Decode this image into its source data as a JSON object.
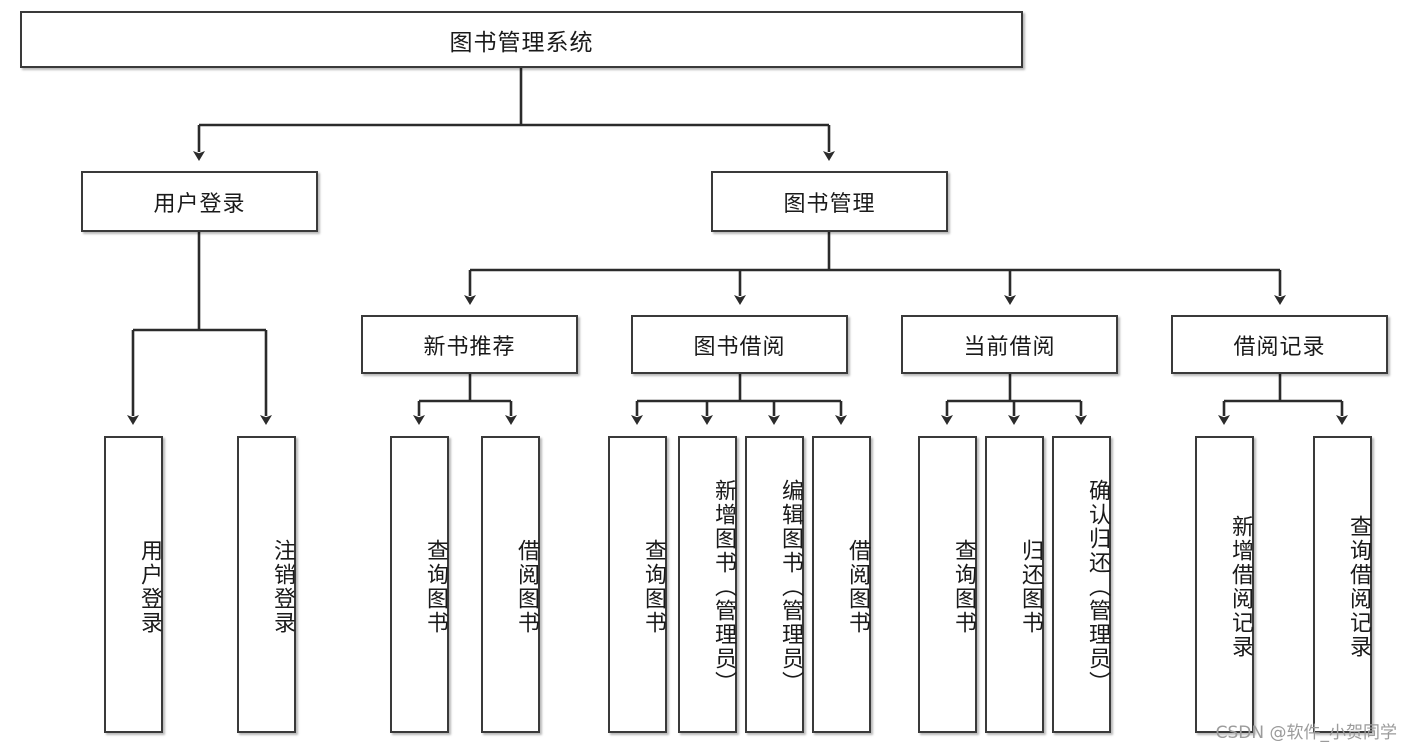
{
  "diagram": {
    "title": "图书管理系统",
    "type": "tree-hierarchy",
    "watermark": "CSDN @软件_小贺同学",
    "level2": [
      {
        "label": "用户登录"
      },
      {
        "label": "图书管理"
      }
    ],
    "level3": [
      {
        "label": "新书推荐"
      },
      {
        "label": "图书借阅"
      },
      {
        "label": "当前借阅"
      },
      {
        "label": "借阅记录"
      }
    ],
    "leaves_user_login": [
      {
        "label": "用户登录"
      },
      {
        "label": "注销登录"
      }
    ],
    "leaves_new_book": [
      {
        "label": "查询图书"
      },
      {
        "label": "借阅图书"
      }
    ],
    "leaves_borrow": [
      {
        "label": "查询图书"
      },
      {
        "label": "新增图书（管理员）"
      },
      {
        "label": "编辑图书（管理员）"
      },
      {
        "label": "借阅图书"
      }
    ],
    "leaves_current": [
      {
        "label": "查询图书"
      },
      {
        "label": "归还图书"
      },
      {
        "label": "确认归还（管理员）"
      }
    ],
    "leaves_records": [
      {
        "label": "新增借阅记录"
      },
      {
        "label": "查询借阅记录"
      }
    ]
  }
}
